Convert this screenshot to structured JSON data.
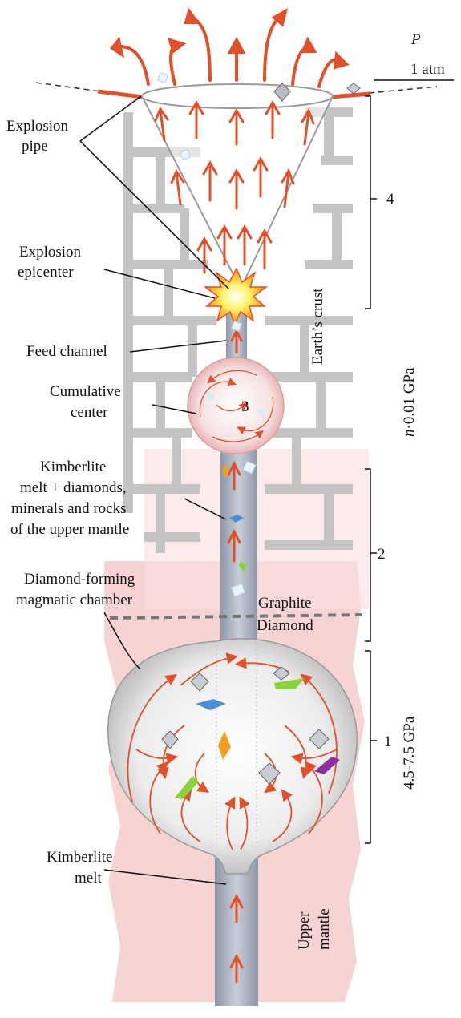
{
  "labels": {
    "pressure_symbol": "P",
    "surface_pressure": "1 atm",
    "explosion_pipe": [
      "Explosion",
      "pipe"
    ],
    "explosion_epicenter": [
      "Explosion",
      "epicenter"
    ],
    "feed_channel": "Feed channel",
    "cumulative_center": [
      "Cumulative",
      "center"
    ],
    "kimberlite_mixture": [
      "Kimberlite",
      "melt + diamonds,",
      "minerals and rocks",
      "of the upper mantle"
    ],
    "diamond_chamber": [
      "Diamond-forming",
      "magmatic chamber"
    ],
    "kimberlite_melt": [
      "Kimberlite",
      "melt"
    ],
    "earths_crust": "Earth’s crust",
    "upper_mantle": [
      "Upper",
      "mantle"
    ],
    "graphite": "Graphite",
    "diamond": "Diamond",
    "pressure_crust_prefix": "n",
    "pressure_crust_value": "·0.01 GPa",
    "pressure_chamber": "4.5-7.5 GPa"
  },
  "zones": [
    "1",
    "2",
    "3",
    "4"
  ],
  "colors": {
    "arrow": "#e0502a",
    "crust_brick": "#c8c8c8",
    "mantle_pink": "#f7d4d4",
    "channel": "#a9b3c2",
    "chamber": "#e2e2e2"
  }
}
